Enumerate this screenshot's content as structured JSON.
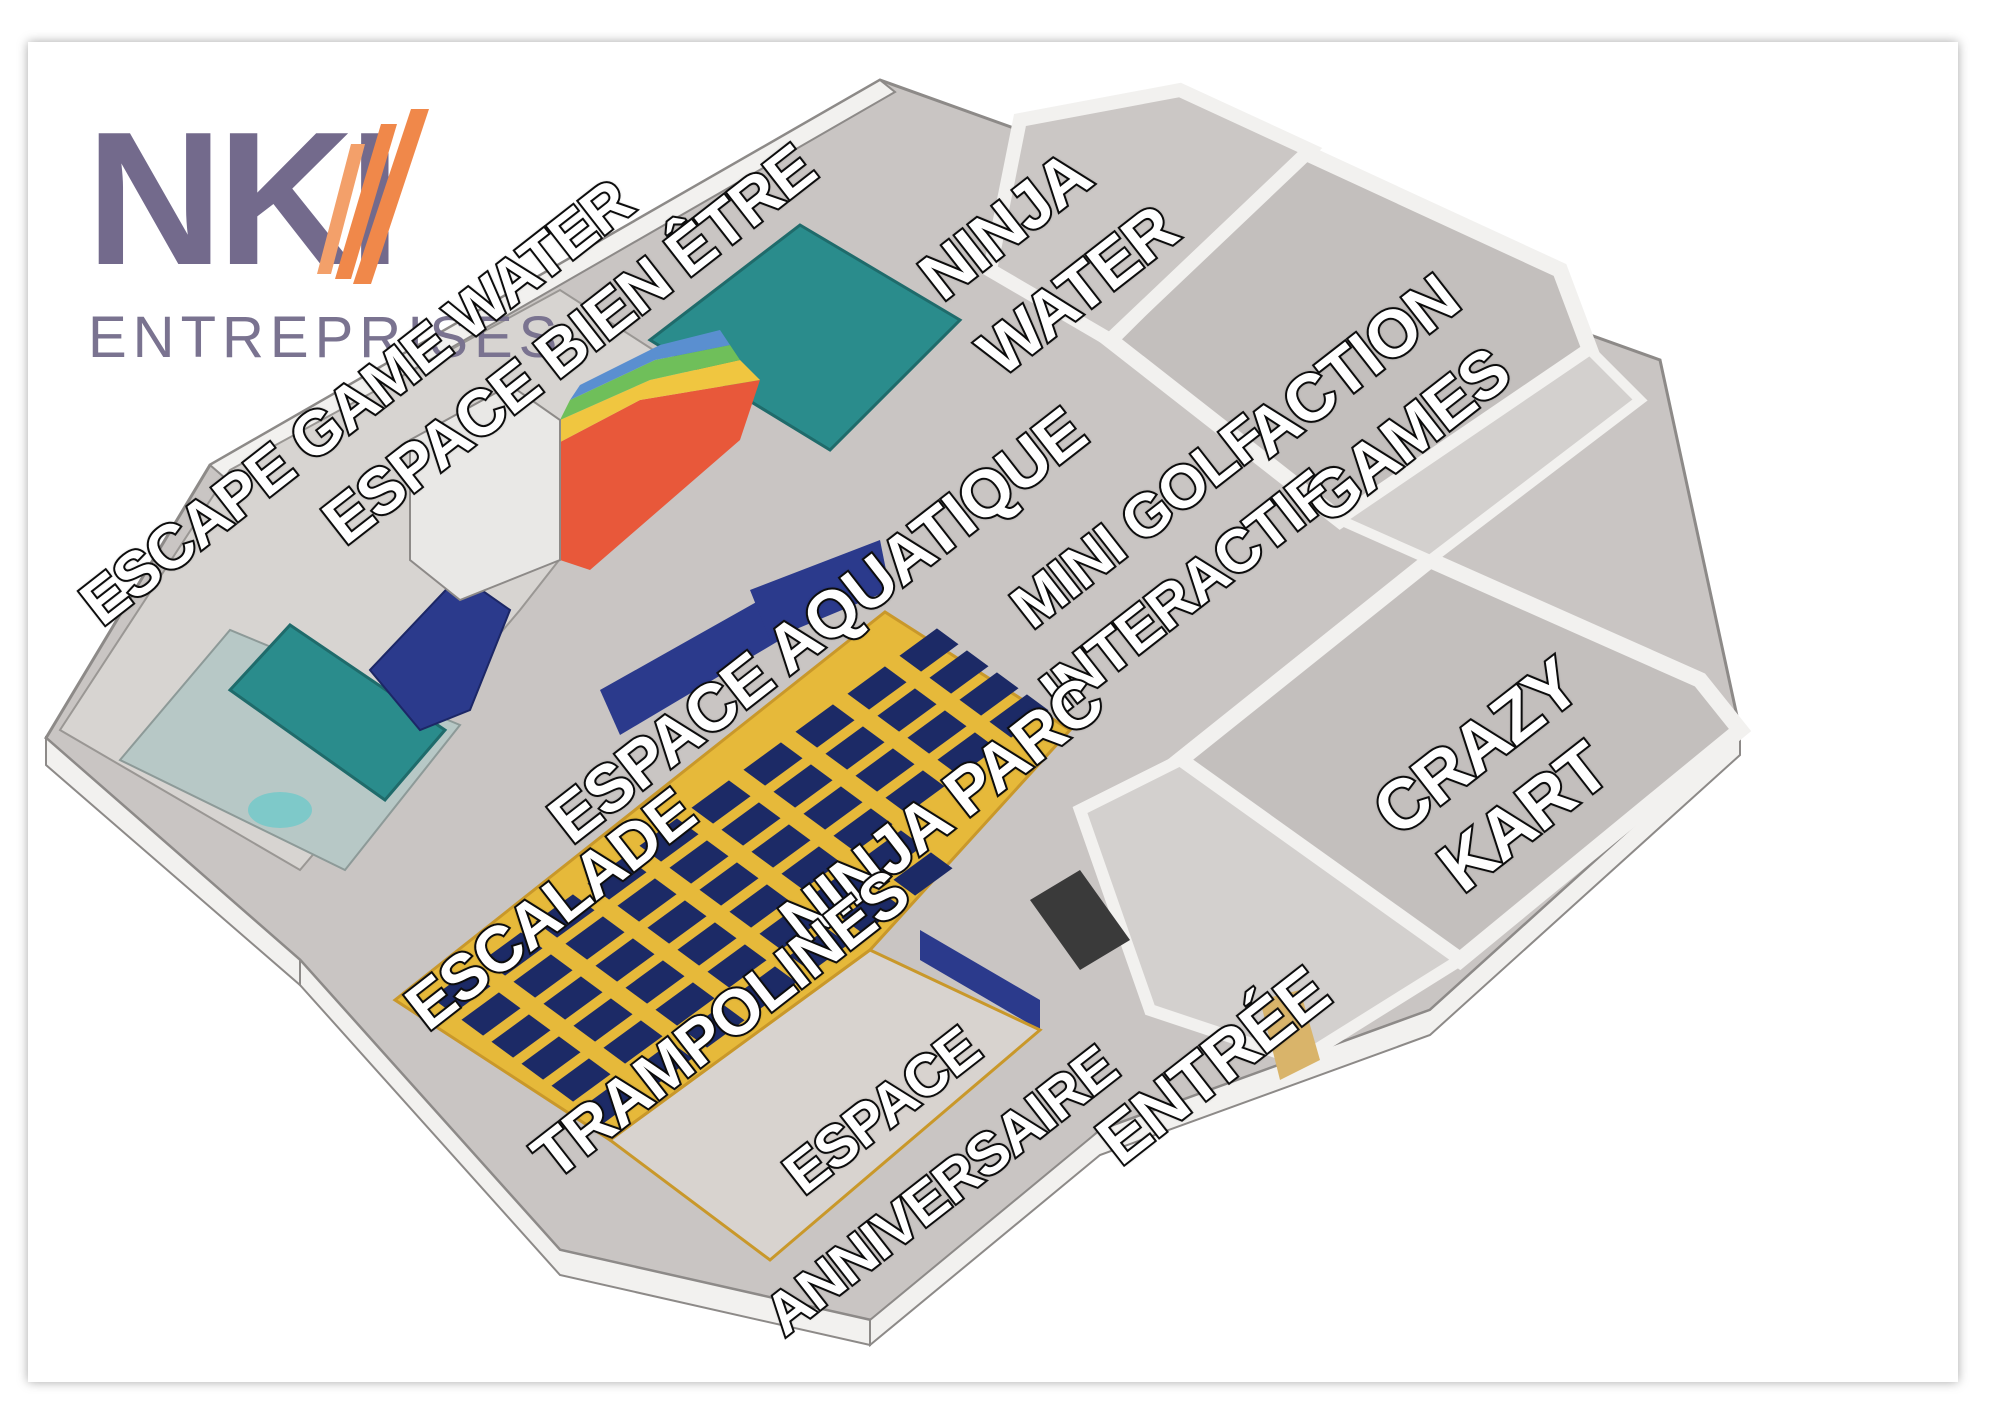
{
  "logo": {
    "brand": "NKI",
    "subtitle": "ENTREPRISES"
  },
  "zones": {
    "escape_game_water": "ESCAPE GAME WATER",
    "espace_bien_etre": "ESPACE BIEN ÊTRE",
    "ninja_water_1": "NINJA",
    "ninja_water_2": "WATER",
    "action_games_1": "ACTION",
    "action_games_2": "GAMES",
    "espace_aquatique": "ESPACE AQUATIQUE",
    "mini_golf_1": "MINI GOLF",
    "mini_golf_2": "INTERACTIF",
    "crazy_kart_1": "CRAZY",
    "crazy_kart_2": "KART",
    "ninja_parc": "NINJA PARC",
    "escalade": "ESCALADE",
    "trampolines": "TRAMPOLINES",
    "espace_anniversaire_1": "ESPACE",
    "espace_anniversaire_2": "ANNIVERSAIRE",
    "entree": "ENTRÉE"
  },
  "colors": {
    "floor": "#c9c5c3",
    "wall": "#f2f1ef",
    "pool": "#2a8c8c",
    "trampoline_frame": "#e6b93a",
    "trampoline_bed": "#1c2a66",
    "slide_blue": "#2b3a8c",
    "logo": "#736a8c",
    "logo_accent": "#f0884a"
  }
}
